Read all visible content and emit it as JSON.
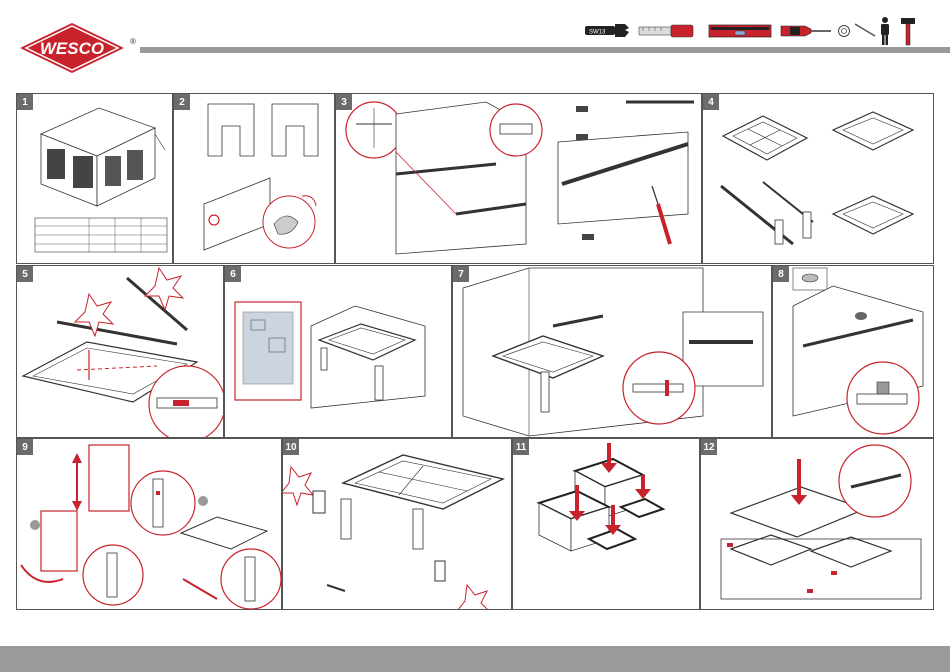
{
  "brand": {
    "name": "WESCO",
    "registered": "®",
    "color": "#c8232c"
  },
  "tools": {
    "wrench_label": "SW13",
    "items": [
      "wrench-icon",
      "measuring-tape-icon",
      "spirit-level-icon",
      "screwdriver-icon",
      "nut-icon",
      "drill-bit-icon",
      "person-icon",
      "hammer-icon"
    ]
  },
  "colors": {
    "accent": "#c8232c",
    "panel_number_bg": "#6b6b6b",
    "rule": "#9a9a9a",
    "line": "#333333"
  },
  "panels": [
    {
      "label": "1"
    },
    {
      "label": "2"
    },
    {
      "label": "3"
    },
    {
      "label": "4"
    },
    {
      "label": "5"
    },
    {
      "label": "6"
    },
    {
      "label": "7"
    },
    {
      "label": "8"
    },
    {
      "label": "9"
    },
    {
      "label": "10"
    },
    {
      "label": "11"
    },
    {
      "label": "12"
    }
  ]
}
